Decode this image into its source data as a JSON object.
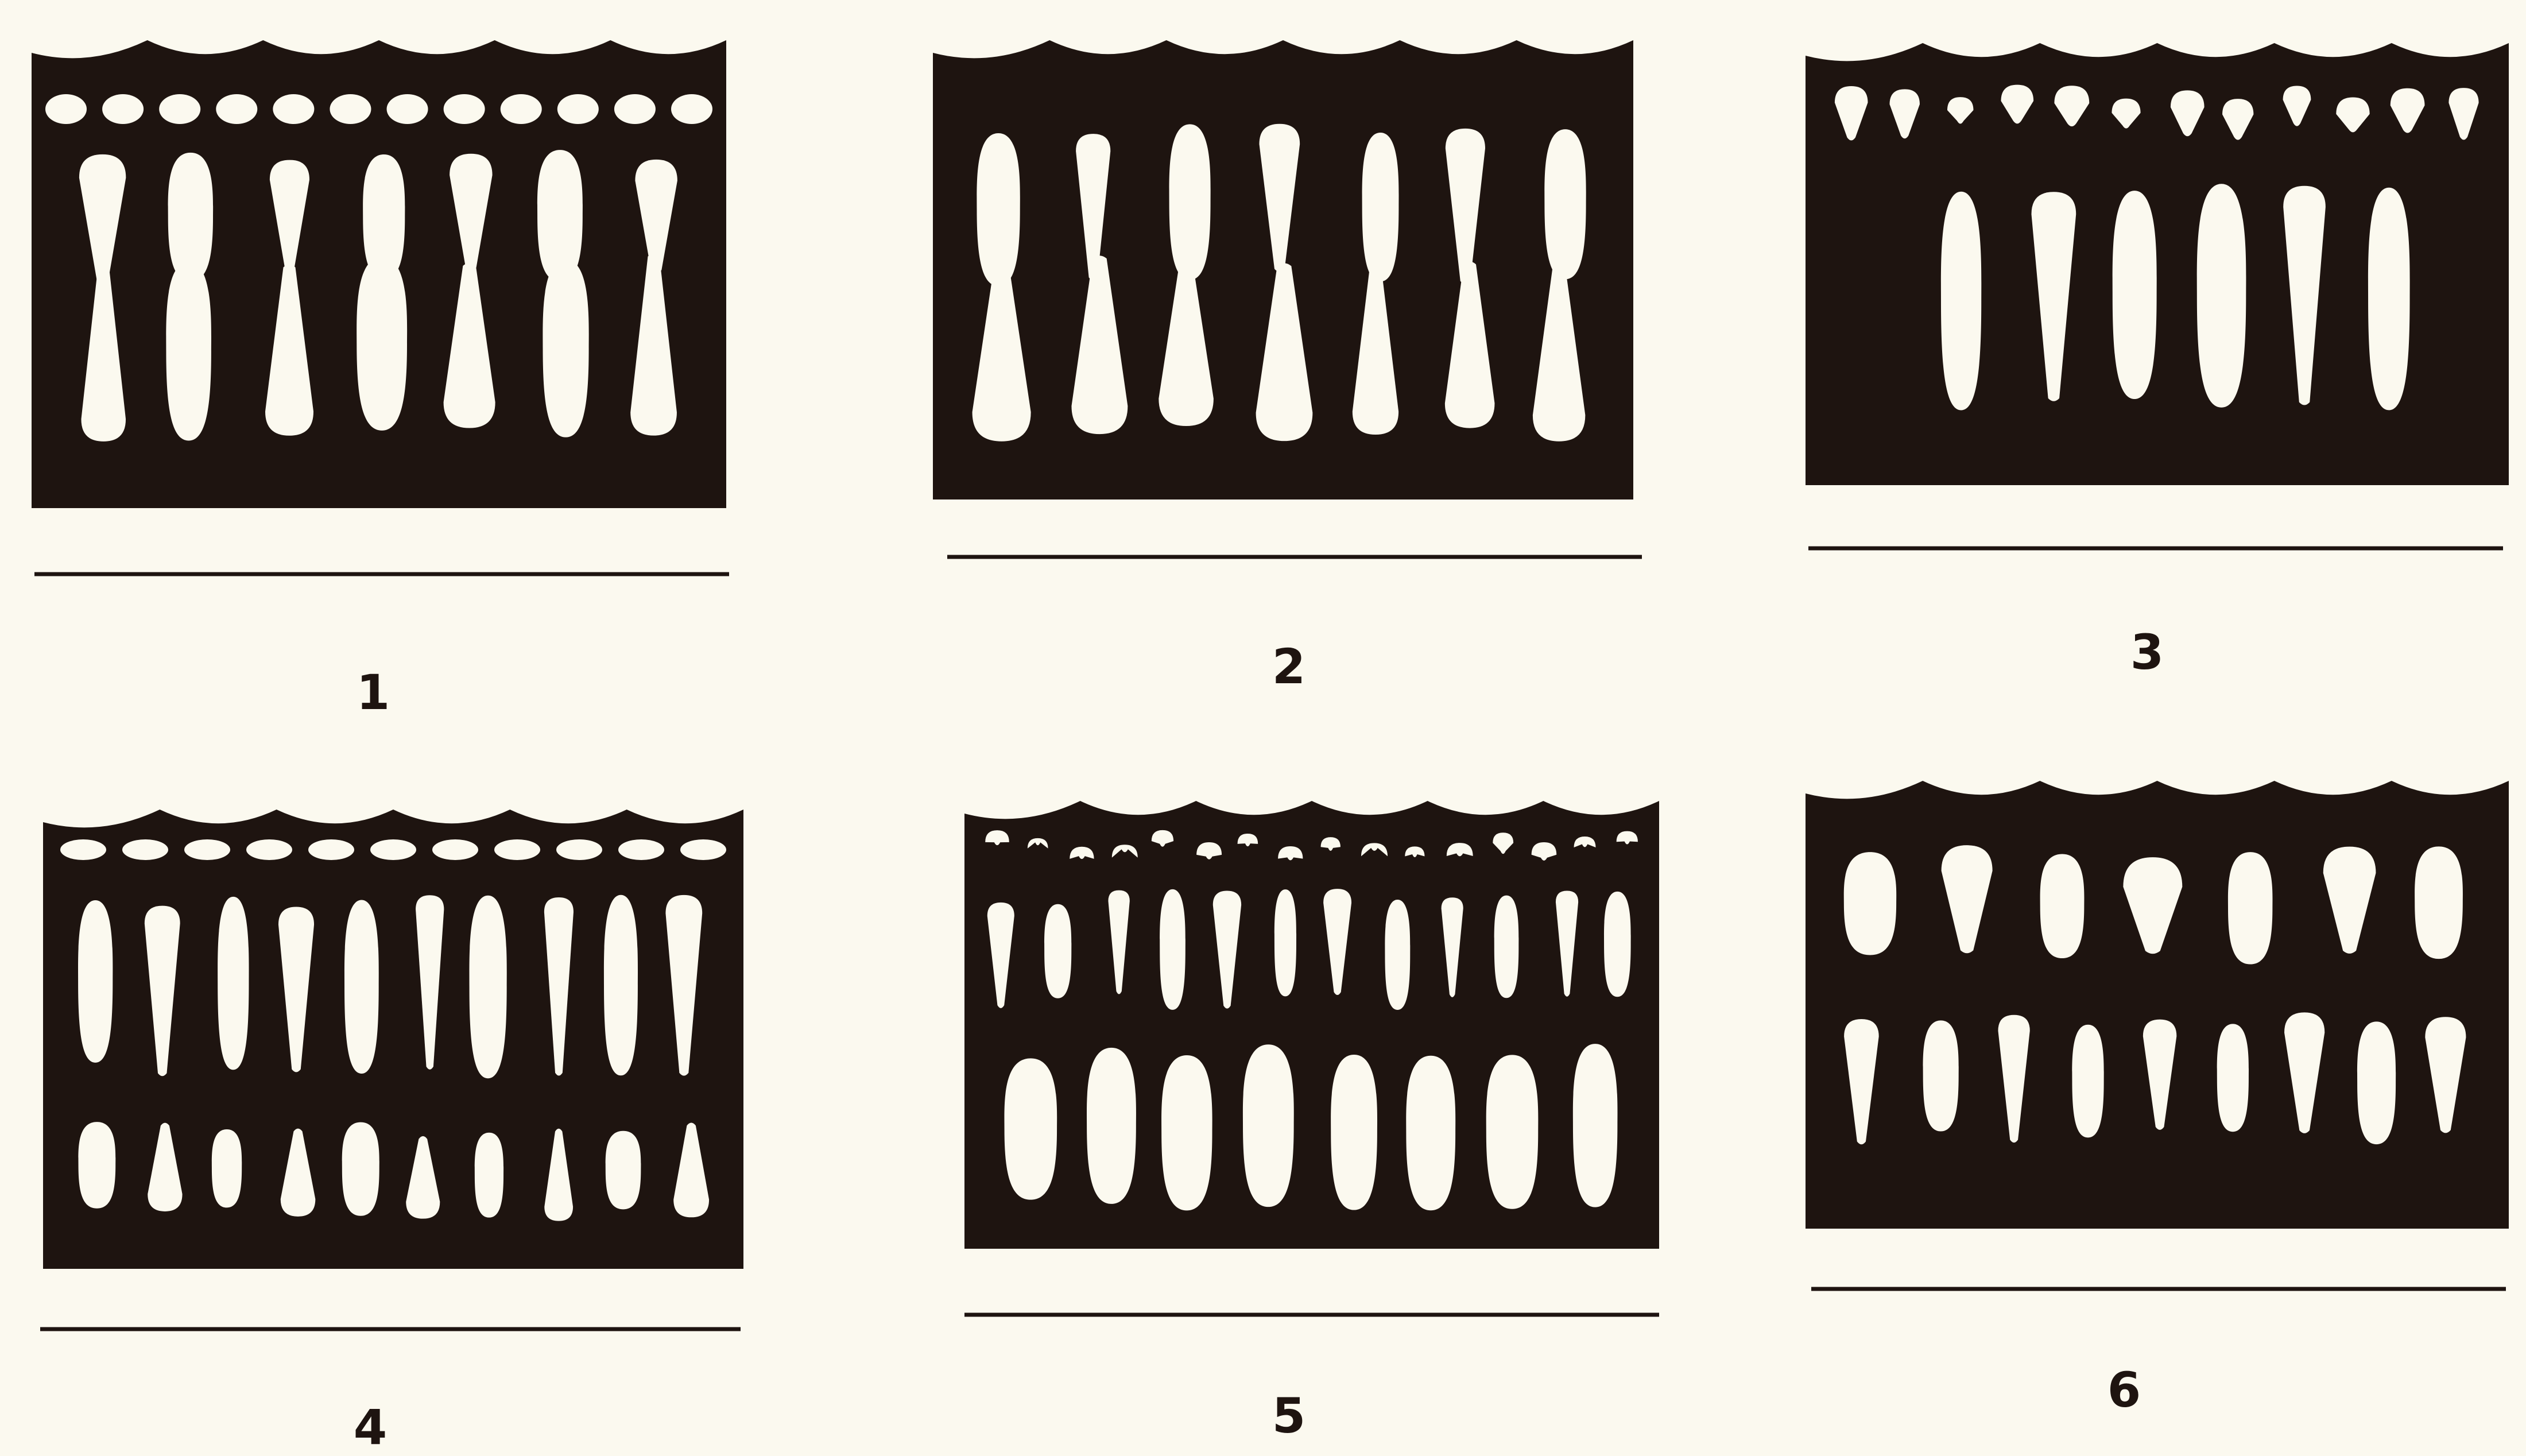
{
  "figures": [
    {
      "label": "1",
      "type": "two-tier"
    },
    {
      "label": "2",
      "type": "arched"
    },
    {
      "label": "3",
      "type": "two-tier"
    },
    {
      "label": "4",
      "type": "three-tier"
    },
    {
      "label": "5",
      "type": "two-tier"
    },
    {
      "label": "6",
      "type": "two-tier"
    }
  ],
  "colors": {
    "background": "#fbf9ef",
    "ink": "#1e1410"
  }
}
